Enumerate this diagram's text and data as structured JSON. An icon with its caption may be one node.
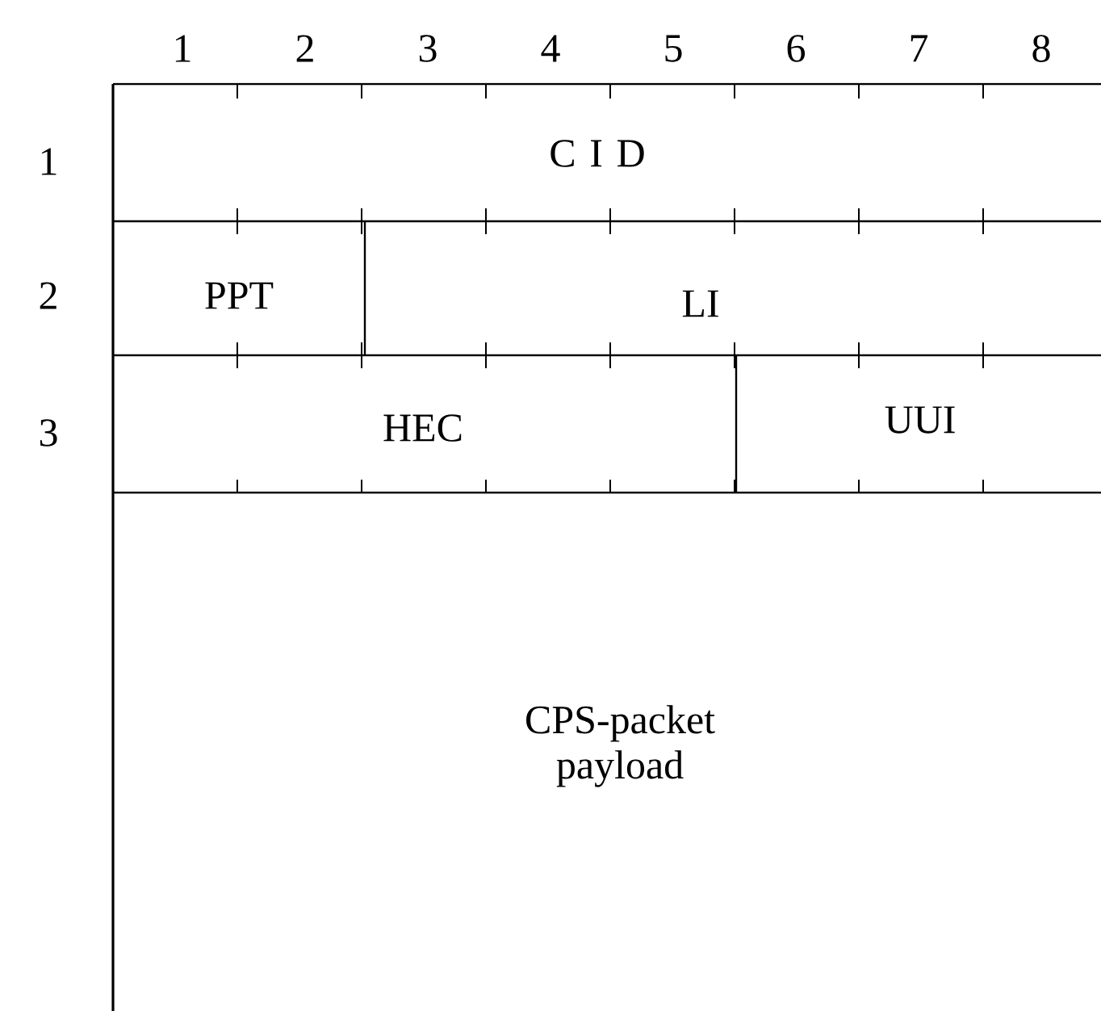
{
  "diagram": {
    "nodes": [
      {
        "text": [
          "C I D"
        ]
      },
      {
        "text": [
          "PPT"
        ]
      },
      {
        "text": [
          "LI"
        ]
      },
      {
        "text": [
          "HEC"
        ]
      },
      {
        "text": [
          "UUI"
        ]
      },
      {
        "text": [
          "CPS-packet payload"
        ]
      }
    ],
    "labels": [
      "1",
      "2",
      "3",
      "4",
      "5",
      "6",
      "7",
      "8",
      "1",
      "2",
      "3"
    ]
  }
}
